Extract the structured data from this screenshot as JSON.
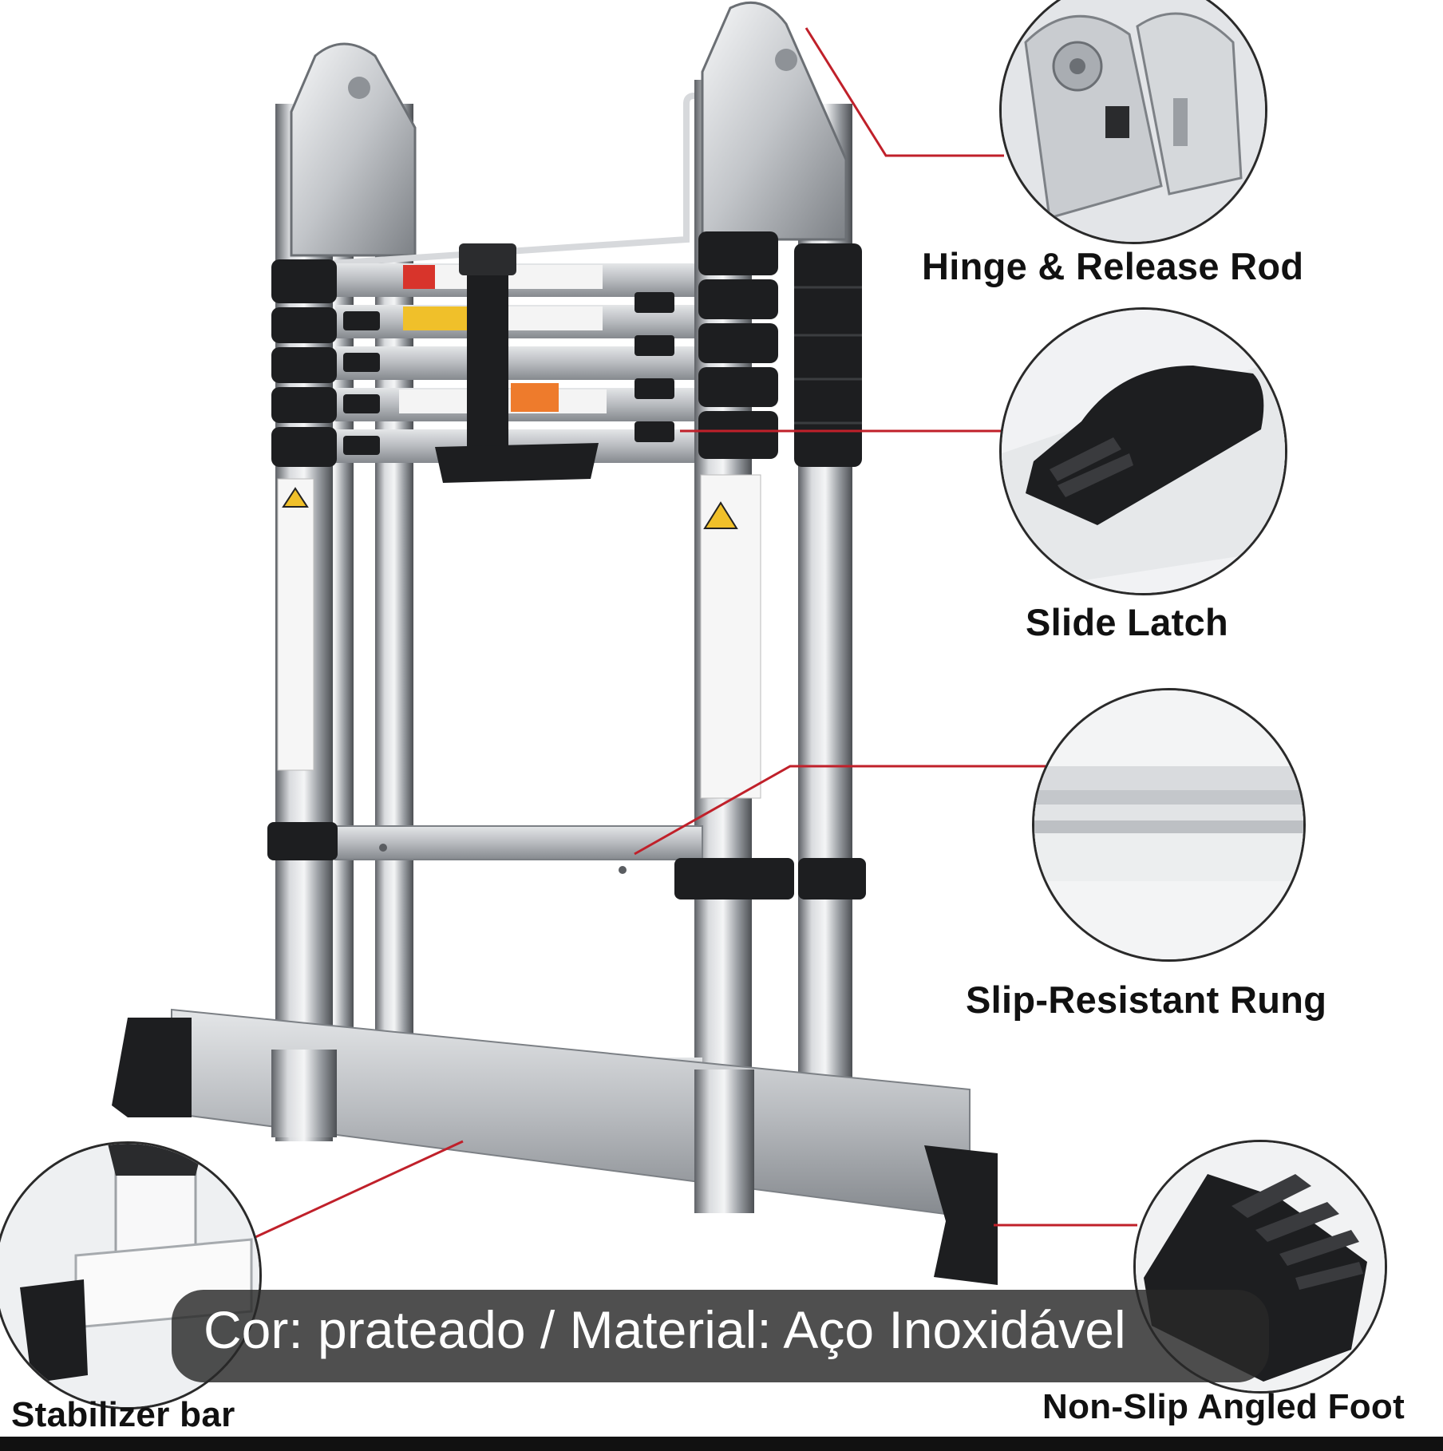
{
  "callouts": {
    "hinge": "Hinge & Release Rod",
    "latch": "Slide Latch",
    "rung": "Slip-Resistant Rung",
    "stabilizer": "Stabilizer bar",
    "foot": "Non-Slip Angled Foot"
  },
  "caption": "Cor: prateado / Material: Aço Inoxidável",
  "colors": {
    "steel": "#b9bcc0",
    "steel_dark": "#6f7378",
    "rubber": "#1d1e20",
    "leader_line": "#c0202a",
    "caption_bg": "#2c2c2c"
  },
  "icons": [
    "hinge-icon",
    "latch-icon",
    "rung-icon",
    "foot-icon",
    "stabilizer-icon"
  ]
}
